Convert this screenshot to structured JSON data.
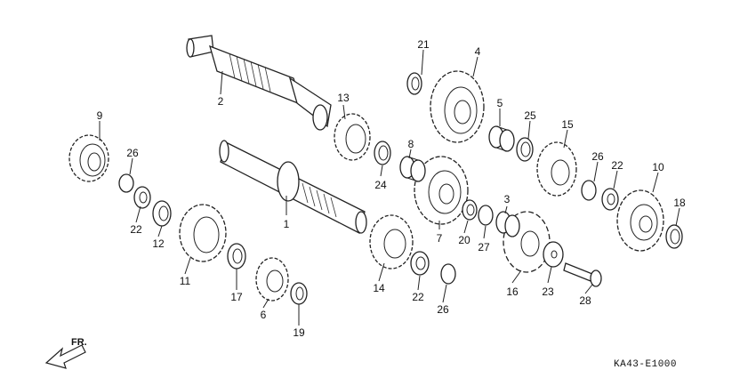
{
  "diagram": {
    "code": "KA43-E1000",
    "direction_label": "FR.",
    "callouts": [
      "1",
      "2",
      "3",
      "4",
      "5",
      "6",
      "7",
      "8",
      "9",
      "10",
      "11",
      "12",
      "13",
      "14",
      "15",
      "16",
      "17",
      "18",
      "19",
      "20",
      "21",
      "22",
      "22",
      "22",
      "23",
      "24",
      "25",
      "26",
      "26",
      "26",
      "27",
      "28"
    ]
  }
}
